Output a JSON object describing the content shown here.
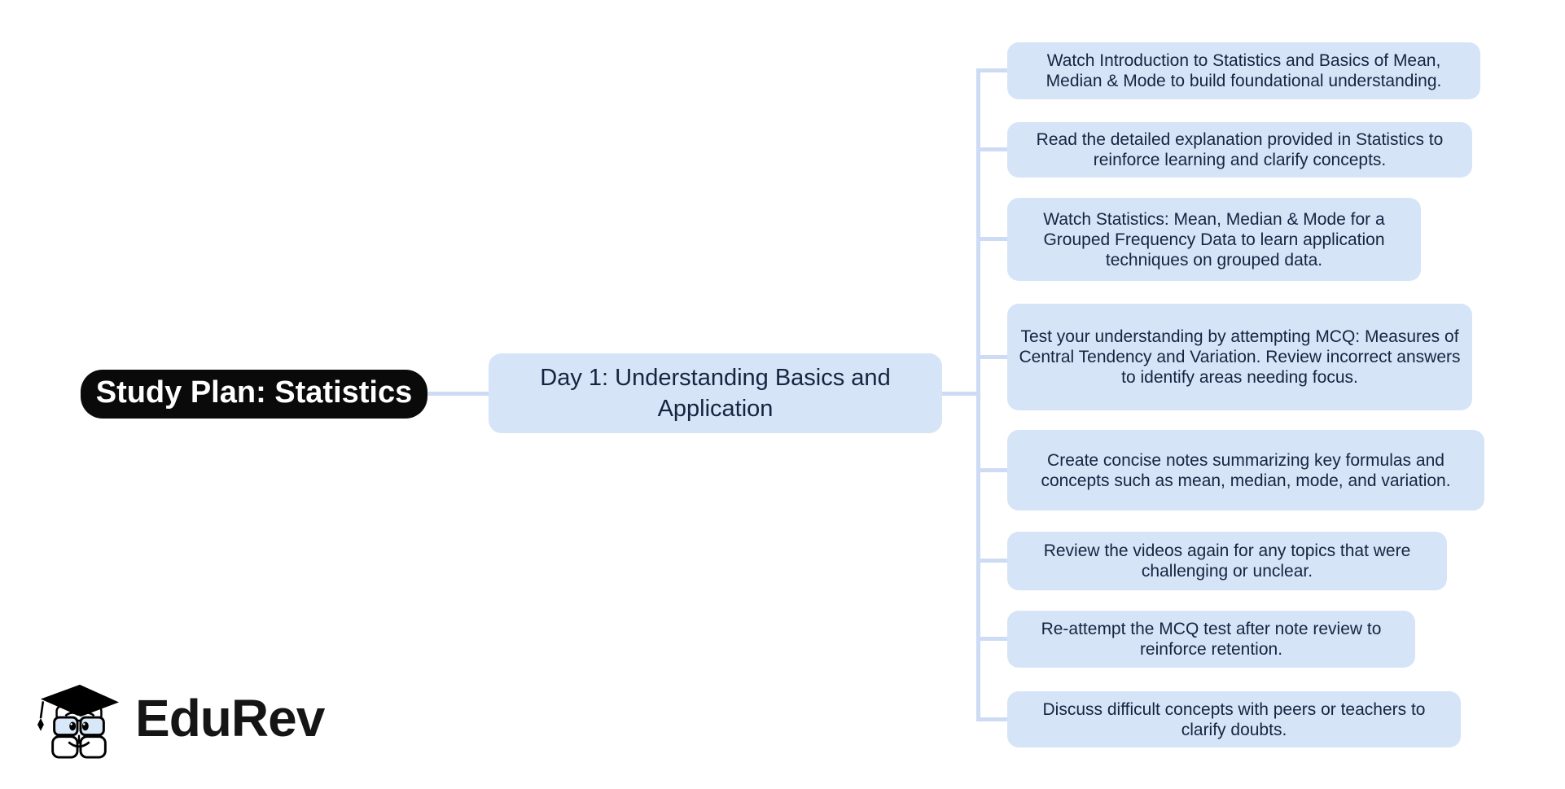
{
  "theme": {
    "node_fill": "#d6e4f8",
    "node_text": "#16243f",
    "connector": "#cddcf4",
    "root_bg": "#0a0a0a",
    "root_text": "#ffffff",
    "brand_color": "#151515"
  },
  "mindmap": {
    "root_label": "Study Plan: Statistics",
    "day_label": "Day 1: Understanding Basics and Application",
    "tasks": [
      "Watch Introduction to Statistics and Basics of Mean, Median & Mode to build foundational understanding.",
      "Read the detailed explanation provided in Statistics to reinforce learning and clarify concepts.",
      "Watch Statistics: Mean, Median & Mode for a Grouped Frequency Data to learn application techniques on grouped data.",
      "Test your understanding by attempting MCQ: Measures of Central Tendency and Variation. Review incorrect answers to identify areas needing focus.",
      "Create concise notes summarizing key formulas and concepts such as mean, median, mode, and variation.",
      "Review the videos again for any topics that were challenging or unclear.",
      "Re-attempt the MCQ test after note review to reinforce retention.",
      "Discuss difficult concepts with peers or teachers to clarify doubts."
    ]
  },
  "logo": {
    "brand": "EduRev",
    "mascot": "edurev-mascot-graduate-books"
  }
}
